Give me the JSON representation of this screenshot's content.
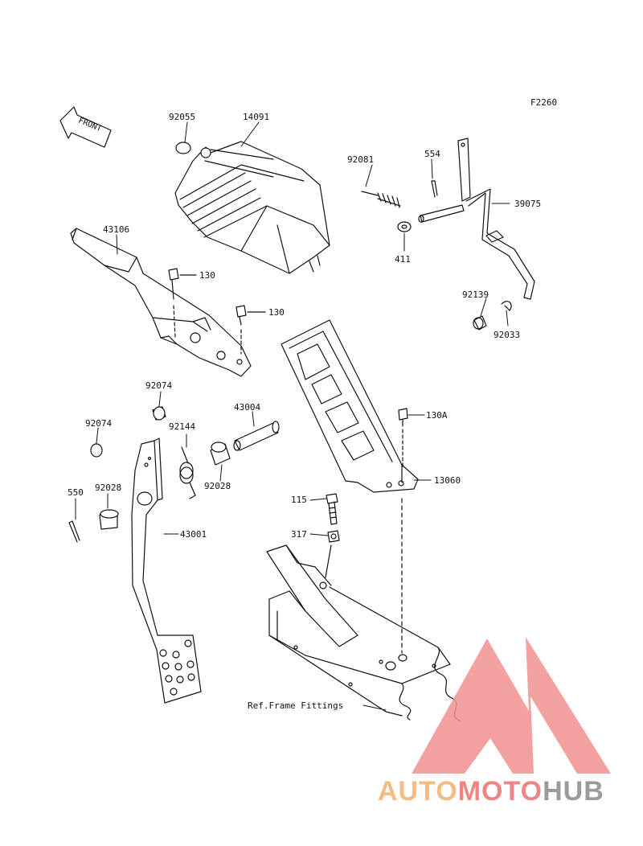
{
  "diagram": {
    "code": "F2260",
    "front_label": "FRONT",
    "labels": {
      "p92055": "92055",
      "p14091": "14091",
      "p92081": "92081",
      "p554": "554",
      "p39075": "39075",
      "p411": "411",
      "p43106": "43106",
      "p130a": "130",
      "p130b": "130",
      "p92139": "92139",
      "p92033": "92033",
      "p92074a": "92074",
      "p43004": "43004",
      "p130A": "130A",
      "p92074b": "92074",
      "p92144": "92144",
      "p92028a": "92028",
      "p13060": "13060",
      "p550": "550",
      "p92028b": "92028",
      "p115": "115",
      "p43001": "43001",
      "p317": "317",
      "ref_frame": "Ref.Frame Fittings"
    }
  },
  "watermark": {
    "part1": "AUTO",
    "part2": "MOTO",
    "part3": "HUB",
    "colors": {
      "orange": "#f5b06a",
      "red": "#ee7070",
      "gray": "#8a8a8a",
      "logo": "#f29090"
    }
  }
}
